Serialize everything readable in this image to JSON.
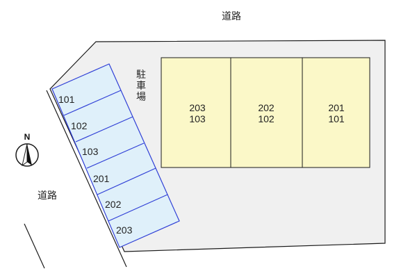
{
  "map": {
    "road_top_label": "道路",
    "road_left_label": "道路",
    "parking_label_chars": [
      "駐",
      "車",
      "場"
    ],
    "north_label": "N",
    "buildings": [
      {
        "line1": "203",
        "line2": "103"
      },
      {
        "line1": "202",
        "line2": "102"
      },
      {
        "line1": "201",
        "line2": "101"
      }
    ],
    "parking_spaces": [
      "101",
      "102",
      "103",
      "201",
      "202",
      "203"
    ],
    "colors": {
      "lot_fill": "#f0f0f0",
      "building_fill": "#fbf8c8",
      "parking_fill": "#dff0fa",
      "parking_stroke": "#2f3fd6",
      "outline": "#1a1a1a"
    }
  }
}
